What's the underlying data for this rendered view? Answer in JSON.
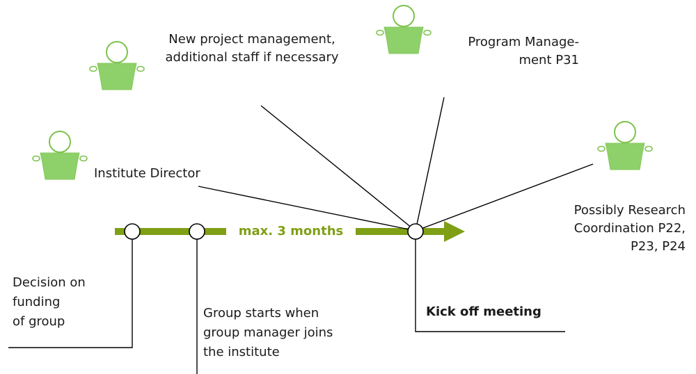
{
  "labels": {
    "new_project_management": [
      "New project management,",
      "additional staff if necessary"
    ],
    "program_management": [
      "Program Manage-",
      "ment P31"
    ],
    "institute_director": [
      "Institute Director"
    ],
    "research_coordination": [
      "Possibly Research",
      "Coordination P22,",
      "P23, P24"
    ],
    "timeline_duration": "max. 3 months",
    "decision_on_funding": [
      "Decision on",
      "funding",
      "of group"
    ],
    "group_starts": [
      "Group starts when",
      "group manager joins",
      "the institute"
    ],
    "kick_off_meeting": "Kick off meeting"
  },
  "icons": [
    "person-icon",
    "arrow-right-icon",
    "milestone-node-icon"
  ],
  "colors": {
    "timeline": "#7f9f15",
    "person_fill": "#8ed06a",
    "person_outline": "#7cc24b",
    "line": "#000000"
  }
}
